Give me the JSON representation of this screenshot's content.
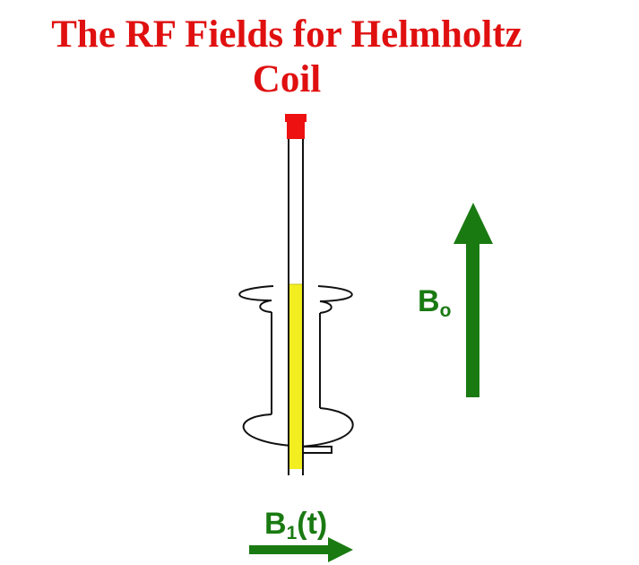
{
  "title": {
    "line1": "The RF Fields for Helmholtz",
    "line2": "Coil"
  },
  "labels": {
    "b0_main": "B",
    "b0_sub": "o",
    "b1_main": "B",
    "b1_sub": "1",
    "b1_suffix": "(t)"
  },
  "colors": {
    "title": "#e01010",
    "arrow": "#1a7a12",
    "sample": "#f3ee1f",
    "cap": "#ee1111",
    "outline": "#111111"
  }
}
